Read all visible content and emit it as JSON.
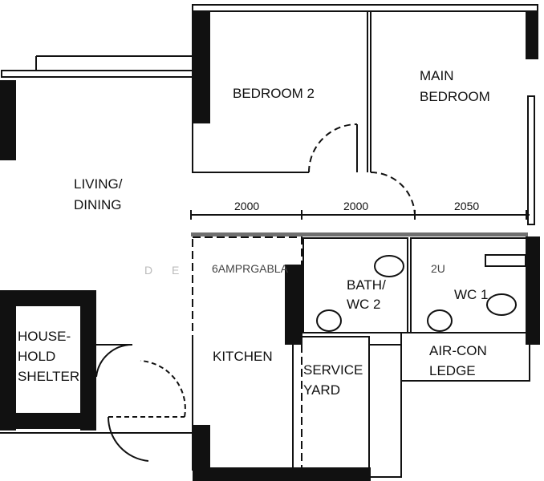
{
  "rooms": {
    "bedroom2": "BEDROOM 2",
    "main_bedroom_1": "MAIN",
    "main_bedroom_2": "BEDROOM",
    "living_1": "LIVING/",
    "living_2": "DINING",
    "bath_1": "BATH/",
    "bath_2": "WC 2",
    "wc1": "WC 1",
    "kitchen": "KITCHEN",
    "service_1": "SERVICE",
    "service_2": "YARD",
    "aircon_1": "AIR-CON",
    "aircon_2": "LEDGE",
    "shelter_1": "HOUSE-",
    "shelter_2": "HOLD",
    "shelter_3": "SHELTER"
  },
  "dimensions": [
    "2000",
    "2000",
    "2050"
  ],
  "overlay_text": {
    "watermark": "D E",
    "blurred_label": "6AMPRGABLA",
    "blurred_mark": "2U"
  },
  "colors": {
    "wall": "#111111",
    "background": "#ffffff"
  }
}
